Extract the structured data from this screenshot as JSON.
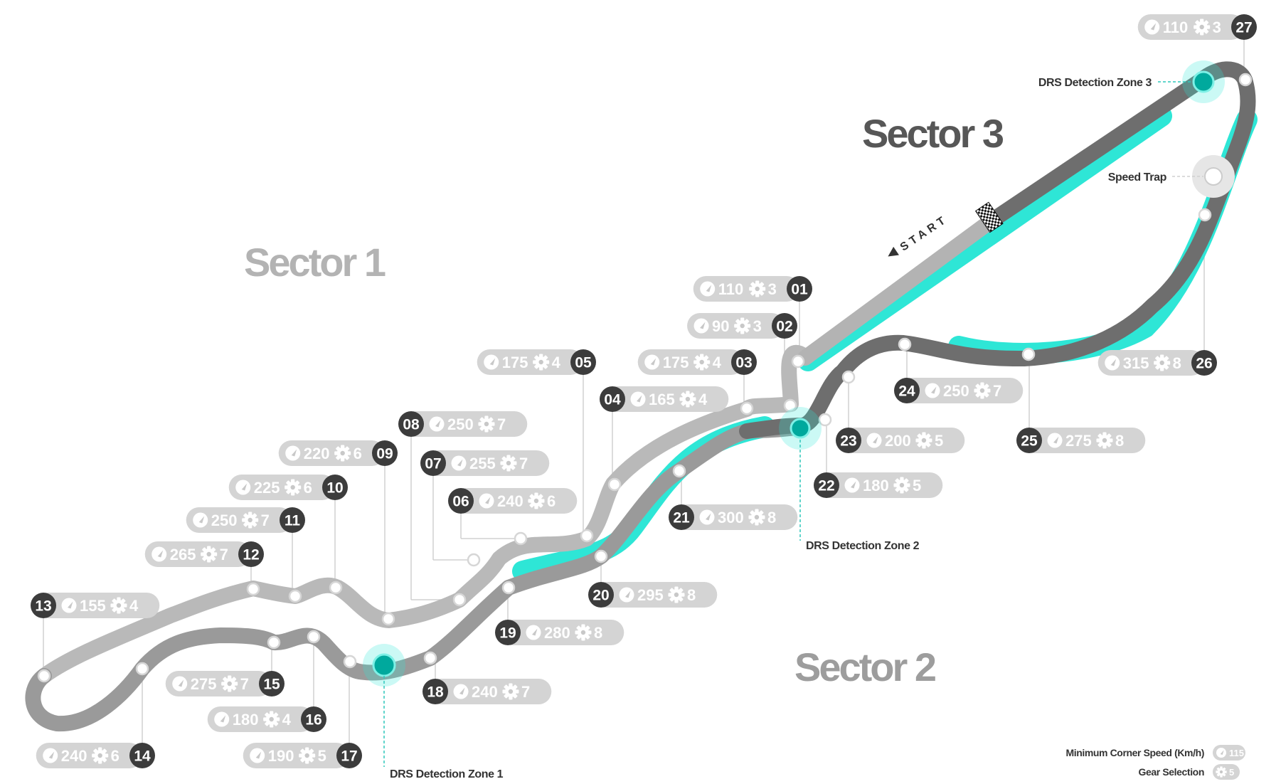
{
  "sectors": [
    "Sector 1",
    "Sector 2",
    "Sector 3"
  ],
  "start_label": "START",
  "drs": [
    "DRS Detection Zone 1",
    "DRS Detection Zone 2",
    "DRS Detection Zone 3"
  ],
  "speed_trap": "Speed Trap",
  "legend": {
    "speed_label": "Minimum Corner Speed (Km/h)",
    "speed_value": "115",
    "gear_label": "Gear Selection",
    "gear_value": "5"
  },
  "colors": {
    "track_light": "#b9b9b9",
    "track_dark": "#6e6e6e",
    "drs_highlight": "#2ee6d6",
    "badge": "#3c3c3c",
    "pill": "#d4d4d4"
  },
  "corners": [
    {
      "num": "01",
      "speed": "110",
      "gear": "3"
    },
    {
      "num": "02",
      "speed": "90",
      "gear": "3"
    },
    {
      "num": "03",
      "speed": "175",
      "gear": "4"
    },
    {
      "num": "04",
      "speed": "165",
      "gear": "4"
    },
    {
      "num": "05",
      "speed": "175",
      "gear": "4"
    },
    {
      "num": "06",
      "speed": "240",
      "gear": "6"
    },
    {
      "num": "07",
      "speed": "255",
      "gear": "7"
    },
    {
      "num": "08",
      "speed": "250",
      "gear": "7"
    },
    {
      "num": "09",
      "speed": "220",
      "gear": "6"
    },
    {
      "num": "10",
      "speed": "225",
      "gear": "6"
    },
    {
      "num": "11",
      "speed": "250",
      "gear": "7"
    },
    {
      "num": "12",
      "speed": "265",
      "gear": "7"
    },
    {
      "num": "13",
      "speed": "155",
      "gear": "4"
    },
    {
      "num": "14",
      "speed": "240",
      "gear": "6"
    },
    {
      "num": "15",
      "speed": "275",
      "gear": "7"
    },
    {
      "num": "16",
      "speed": "180",
      "gear": "4"
    },
    {
      "num": "17",
      "speed": "190",
      "gear": "5"
    },
    {
      "num": "18",
      "speed": "240",
      "gear": "7"
    },
    {
      "num": "19",
      "speed": "280",
      "gear": "8"
    },
    {
      "num": "20",
      "speed": "295",
      "gear": "8"
    },
    {
      "num": "21",
      "speed": "300",
      "gear": "8"
    },
    {
      "num": "22",
      "speed": "180",
      "gear": "5"
    },
    {
      "num": "23",
      "speed": "200",
      "gear": "5"
    },
    {
      "num": "24",
      "speed": "250",
      "gear": "7"
    },
    {
      "num": "25",
      "speed": "275",
      "gear": "8"
    },
    {
      "num": "26",
      "speed": "315",
      "gear": "8"
    },
    {
      "num": "27",
      "speed": "110",
      "gear": "3"
    }
  ]
}
